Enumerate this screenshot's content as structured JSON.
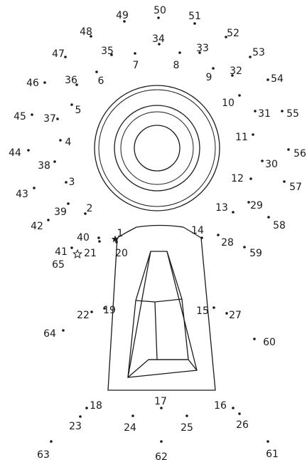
{
  "start_marker": "1",
  "end_marker": "65",
  "dots": [
    {
      "n": 1
    },
    {
      "n": 2
    },
    {
      "n": 3
    },
    {
      "n": 4
    },
    {
      "n": 5
    },
    {
      "n": 6
    },
    {
      "n": 7
    },
    {
      "n": 8
    },
    {
      "n": 9
    },
    {
      "n": 10
    },
    {
      "n": 11
    },
    {
      "n": 12
    },
    {
      "n": 13
    },
    {
      "n": 14
    },
    {
      "n": 15
    },
    {
      "n": 16
    },
    {
      "n": 17
    },
    {
      "n": 18
    },
    {
      "n": 19
    },
    {
      "n": 20
    },
    {
      "n": 21
    },
    {
      "n": 22
    },
    {
      "n": 23
    },
    {
      "n": 24
    },
    {
      "n": 25
    },
    {
      "n": 26
    },
    {
      "n": 27
    },
    {
      "n": 28
    },
    {
      "n": 29
    },
    {
      "n": 30
    },
    {
      "n": 31
    },
    {
      "n": 32
    },
    {
      "n": 33
    },
    {
      "n": 34
    },
    {
      "n": 35
    },
    {
      "n": 36
    },
    {
      "n": 37
    },
    {
      "n": 38
    },
    {
      "n": 39
    },
    {
      "n": 40
    },
    {
      "n": 41
    },
    {
      "n": 42
    },
    {
      "n": 43
    },
    {
      "n": 44
    },
    {
      "n": 45
    },
    {
      "n": 46
    },
    {
      "n": 47
    },
    {
      "n": 48
    },
    {
      "n": 49
    },
    {
      "n": 50
    },
    {
      "n": 51
    },
    {
      "n": 52
    },
    {
      "n": 53
    },
    {
      "n": 54
    },
    {
      "n": 55
    },
    {
      "n": 56
    },
    {
      "n": 57
    },
    {
      "n": 58
    },
    {
      "n": 59
    },
    {
      "n": 60
    },
    {
      "n": 61
    },
    {
      "n": 62
    },
    {
      "n": 63
    },
    {
      "n": 64
    },
    {
      "n": 65
    }
  ]
}
